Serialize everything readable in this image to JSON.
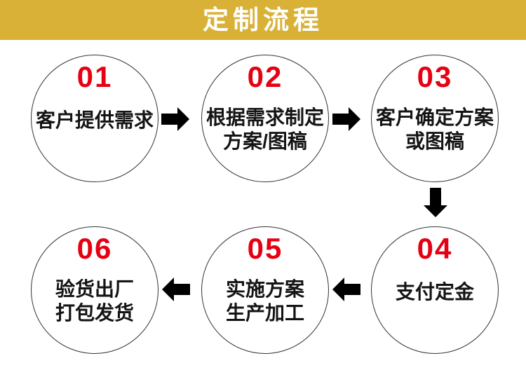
{
  "header": {
    "title": "定制流程",
    "bg_color": "#d9b136",
    "text_color": "#ffffff"
  },
  "colors": {
    "step_number_red": "#e60012",
    "circle_border": "#333333",
    "arrow_black": "#000000",
    "step_text": "#141414"
  },
  "steps": [
    {
      "number": "01",
      "lines": [
        "客户提供需求"
      ]
    },
    {
      "number": "02",
      "lines": [
        "根据需求制定",
        "方案/图稿"
      ]
    },
    {
      "number": "03",
      "lines": [
        "客户确定方案",
        "或图稿"
      ]
    },
    {
      "number": "04",
      "lines": [
        "支付定金"
      ]
    },
    {
      "number": "05",
      "lines": [
        "实施方案",
        "生产加工"
      ]
    },
    {
      "number": "06",
      "lines": [
        "验货出厂",
        "打包发货"
      ]
    }
  ],
  "flow": {
    "order": [
      "01",
      "02",
      "03",
      "04",
      "05",
      "06"
    ],
    "connectors": [
      "right",
      "right",
      "down",
      "left",
      "left"
    ]
  },
  "icons": {
    "right_arrow": "arrow-right-icon",
    "down_arrow": "arrow-down-icon",
    "left_arrow": "arrow-left-icon"
  }
}
